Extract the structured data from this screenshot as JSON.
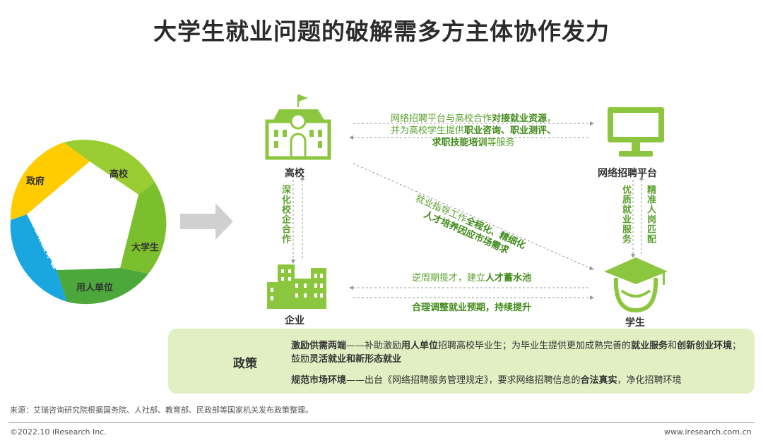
{
  "title": "大学生就业问题的破解需多方主体协作发力",
  "ring": {
    "segments": [
      {
        "label": "政府",
        "color": "#ffcc00"
      },
      {
        "label": "高校",
        "color": "#9acd32"
      },
      {
        "label": "大学生",
        "color": "#7cbf2e"
      },
      {
        "label": "用人单位",
        "color": "#4ca83a"
      },
      {
        "label": "网络招聘平台",
        "color": "#1aa7e0"
      }
    ]
  },
  "nodes": {
    "university": "高校",
    "enterprise": "企业",
    "platform": "网络招聘平台",
    "student": "学生"
  },
  "connections": {
    "top_line1_a": "网络招聘平台与高校合作",
    "top_line1_b": "对接就业资源",
    "top_line1_c": "，",
    "top_line2_a": "并为高校学生提供",
    "top_line2_b": "职业咨询、职业测评、",
    "top_line3_b": "求职技能培训",
    "top_line3_c": "等服务",
    "diag_line1_a": "就业指导工作",
    "diag_line1_b": "全程化、精细化",
    "diag_line2": "人才培养因应市场需求",
    "left_vertical": "深化校企合作",
    "right_vertical_1": "优质就业服务",
    "right_vertical_2": "精准人岗匹配",
    "bottom_line1_a": "逆周期揽才，建立",
    "bottom_line1_b": "人才蓄水池",
    "bottom_line2": "合理调整就业预期，持续提升"
  },
  "policy": {
    "label": "政策",
    "item1_head": "激励供需两端",
    "item1_a": "——补助激励",
    "item1_b": "用人单位",
    "item1_c": "招聘高校毕业生；为毕业生提供更加成熟完善的",
    "item1_d": "就业服务",
    "item1_e": "和",
    "item1_f": "创新",
    "item1_g": "创业环境",
    "item1_h": "；鼓励",
    "item1_i": "灵活就业和新形态就业",
    "item2_head": "规范市场环境",
    "item2_a": "——出台《网络招聘服务管理规定》，要求网络招聘信息的",
    "item2_b": "合法真实",
    "item2_c": "，净化招聘环境"
  },
  "source": "来源：艾瑞咨询研究院根据国务院、人社部、教育部、民政部等国家机关发布政策整理。",
  "copyright": "©2022.10 iResearch Inc.",
  "website": "www.iresearch.com.cn",
  "colors": {
    "accent_green": "#5aa02c",
    "icon_green": "#8cc63f",
    "policy_bg": "#e2efc3",
    "arrow_gray": "#d0d0d0"
  }
}
